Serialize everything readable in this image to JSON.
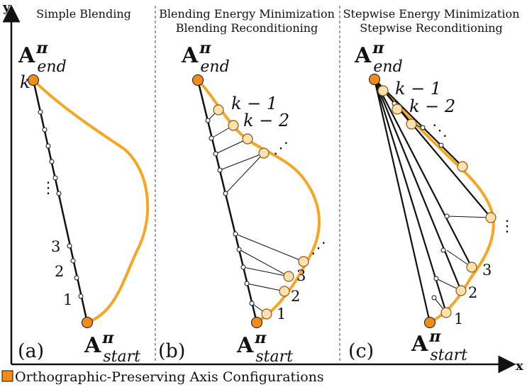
{
  "panels": [
    {
      "title_lines": [
        "Simple Blending"
      ],
      "label": "(a)",
      "k_label": "k",
      "numbers": [
        "3",
        "2",
        "1"
      ],
      "dots": "⋮"
    },
    {
      "title_lines": [
        "Blending Energy Minimization",
        "Blending Reconditioning"
      ],
      "label": "(b)",
      "k_labels": [
        "k − 1",
        "k − 2"
      ],
      "numbers": [
        "3",
        "2",
        "1"
      ],
      "dots": [
        "⋰",
        "⋰"
      ]
    },
    {
      "title_lines": [
        "Stepwise Energy Minimization",
        "Stepwise Reconditioning"
      ],
      "label": "(c)",
      "k_labels": [
        "k − 1",
        "k − 2"
      ],
      "numbers": [
        "3",
        "2",
        "1"
      ],
      "dots": [
        "⋱",
        "⋮"
      ]
    }
  ],
  "end_label": {
    "base": "A",
    "sup": "π",
    "sub": "end"
  },
  "start_label": {
    "base": "A",
    "sup": "π",
    "sub": "start"
  },
  "axes": {
    "x": "x",
    "y": "y"
  },
  "legend": {
    "text": "Orthographic-Preserving Axis Configurations"
  },
  "colors": {
    "curve": "#f5a623",
    "end_marker_fill": "#f08c1a",
    "inner_marker_fill": "#fde0b0",
    "line": "#111111"
  }
}
